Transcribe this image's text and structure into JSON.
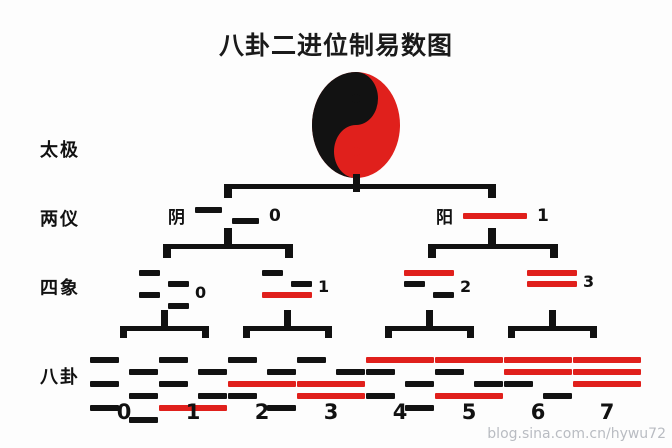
{
  "title": "八卦二进位制易数图",
  "colors": {
    "yang_red": "#E0201C",
    "yin_black": "#121212",
    "background": "#FDFDFD",
    "watermark": "#B9BCC2"
  },
  "rows": {
    "taiji": {
      "label": "太极",
      "symbol": "taiji-yinyang-icon"
    },
    "liangyi": {
      "label": "两仪",
      "items": [
        {
          "name": "阴",
          "number": "0",
          "lines": [
            "broken"
          ]
        },
        {
          "name": "阳",
          "number": "1",
          "lines": [
            "solid"
          ]
        }
      ]
    },
    "sixiang": {
      "label": "四象",
      "items": [
        {
          "number": "0",
          "lines": [
            "broken",
            "broken"
          ]
        },
        {
          "number": "1",
          "lines": [
            "broken",
            "solid"
          ]
        },
        {
          "number": "2",
          "lines": [
            "solid",
            "broken"
          ]
        },
        {
          "number": "3",
          "lines": [
            "solid",
            "solid"
          ]
        }
      ]
    },
    "bagua": {
      "label": "八卦",
      "items": [
        {
          "number": "0",
          "lines": [
            "broken",
            "broken",
            "broken"
          ]
        },
        {
          "number": "1",
          "lines": [
            "broken",
            "broken",
            "solid"
          ]
        },
        {
          "number": "2",
          "lines": [
            "broken",
            "solid",
            "broken"
          ]
        },
        {
          "number": "3",
          "lines": [
            "broken",
            "solid",
            "solid"
          ]
        },
        {
          "number": "4",
          "lines": [
            "solid",
            "broken",
            "broken"
          ]
        },
        {
          "number": "5",
          "lines": [
            "solid",
            "broken",
            "solid"
          ]
        },
        {
          "number": "6",
          "lines": [
            "solid",
            "solid",
            "broken"
          ]
        },
        {
          "number": "7",
          "lines": [
            "solid",
            "solid",
            "solid"
          ]
        }
      ]
    }
  },
  "watermark": "blog.sina.com.cn/hywu72"
}
